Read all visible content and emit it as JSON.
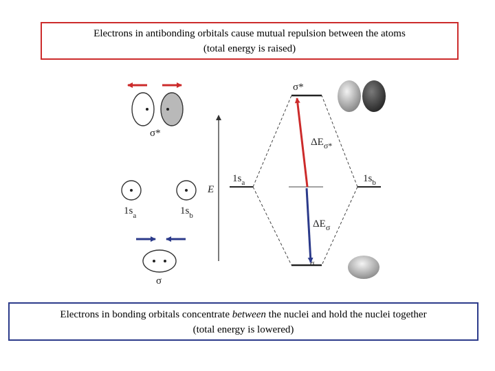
{
  "top_caption": {
    "line1": "Electrons in antibonding orbitals cause mutual repulsion between the atoms",
    "line2": "(total energy is raised)"
  },
  "bottom_caption": {
    "line1_before": "Electrons in bonding orbitals concentrate ",
    "line1_emph": "between",
    "line1_after": " the nuclei and hold the nuclei together",
    "line2": "(total energy is lowered)"
  },
  "diagram": {
    "sigma_star_left": "σ*",
    "atom_a": "1s",
    "atom_a_sub": "a",
    "atom_b": "1s",
    "atom_b_sub": "b",
    "sigma_left": "σ",
    "energy_axis": "E",
    "sigma_star_level": "σ*",
    "level_a": "1s",
    "level_a_sub": "a",
    "level_b": "1s",
    "level_b_sub": "b",
    "delta_e_star": "ΔE",
    "delta_e_star_sub": "σ*",
    "delta_e": "ΔE",
    "delta_e_sub": "σ",
    "sigma_level": "σ"
  },
  "colors": {
    "antibonding": "#cc2b2b",
    "bonding": "#2b3a8a"
  }
}
